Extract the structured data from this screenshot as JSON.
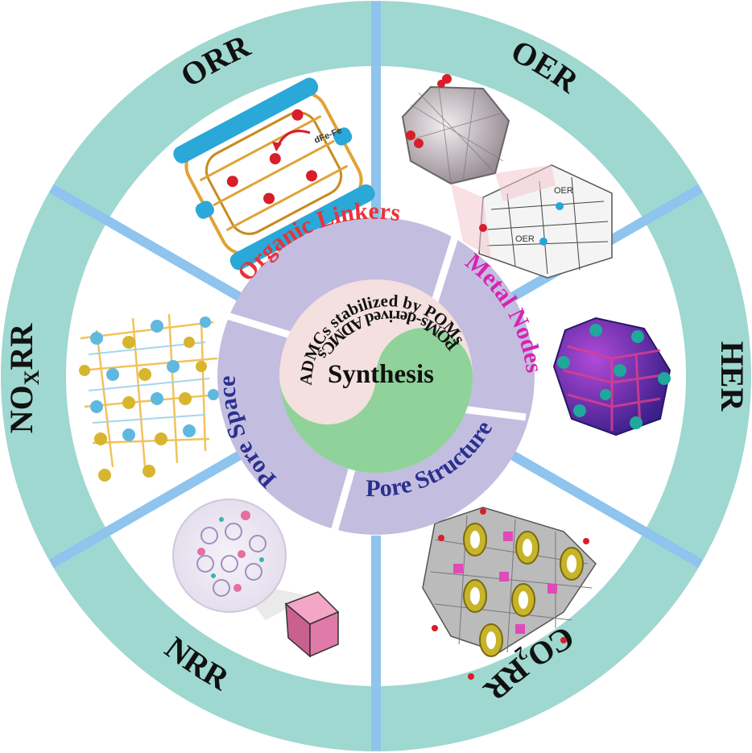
{
  "outer_ring": {
    "labels": {
      "orr": "ORR",
      "oer": "OER",
      "her": "HER",
      "co2rr_a": "CO",
      "co2rr_sub": "2",
      "co2rr_b": "RR",
      "nrr": "NRR",
      "noxrr_a": "NO",
      "noxrr_sub": "X",
      "noxrr_b": "RR"
    }
  },
  "illustrations": {
    "orr_label": "dFe-Fe",
    "oer_label_1": "OER",
    "oer_label_2": "OER"
  },
  "middle_ring": {
    "organic_linkers": "Organic Linkers",
    "metal_nodes": "Metal Nodes",
    "pore_structure": "Pore Structure",
    "pore_space": "Pore Space"
  },
  "center": {
    "top_arc": "ADMCs stabilized by POMs",
    "bottom_arc": "POMs-derived ADMCs",
    "title": "Synthesis"
  },
  "colors": {
    "outer_ring": "#9fd8d0",
    "spokes": "#8ec4ee",
    "middle_ring": "#c3bde0",
    "pink_sector": "#f3e0df",
    "green_sector": "#8fd39a",
    "organic_linkers": "#e8333a",
    "metal_nodes": "#d624b0",
    "pore_text": "#2b2f8f"
  }
}
